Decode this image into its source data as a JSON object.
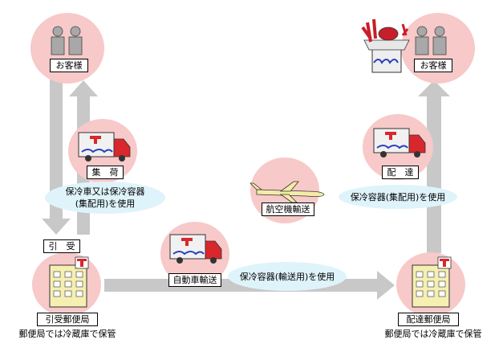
{
  "labels": {
    "customer_left": "お客様",
    "customer_right": "お客様",
    "pickup": "集　荷",
    "pickup_note": "保冷車又は保冷容器\n(集配用)を使用",
    "intake": "引　受",
    "origin_office": "引受郵便局",
    "origin_storage": "郵便局では冷蔵庫で保管",
    "truck_transport": "自動車輸送",
    "truck_note": "保冷容器(輸送用)を使用",
    "air_transport": "航空機輸送",
    "delivery": "配　達",
    "delivery_note": "保冷容器(集配用)を使用",
    "dest_office": "配達郵便局",
    "dest_storage": "郵便局では冷蔵庫で保管"
  },
  "colors": {
    "node_fill": "#f7c9c9",
    "oval_fill": "#dff3fb",
    "arrow": "#c8c8c8",
    "truck_red": "#d8272d",
    "building_fill": "#f5efb2"
  },
  "icons": {
    "customer": "people-icon",
    "truck": "truck-icon",
    "post_office": "post-office-icon",
    "airplane": "airplane-icon",
    "gift": "gift-icon"
  }
}
